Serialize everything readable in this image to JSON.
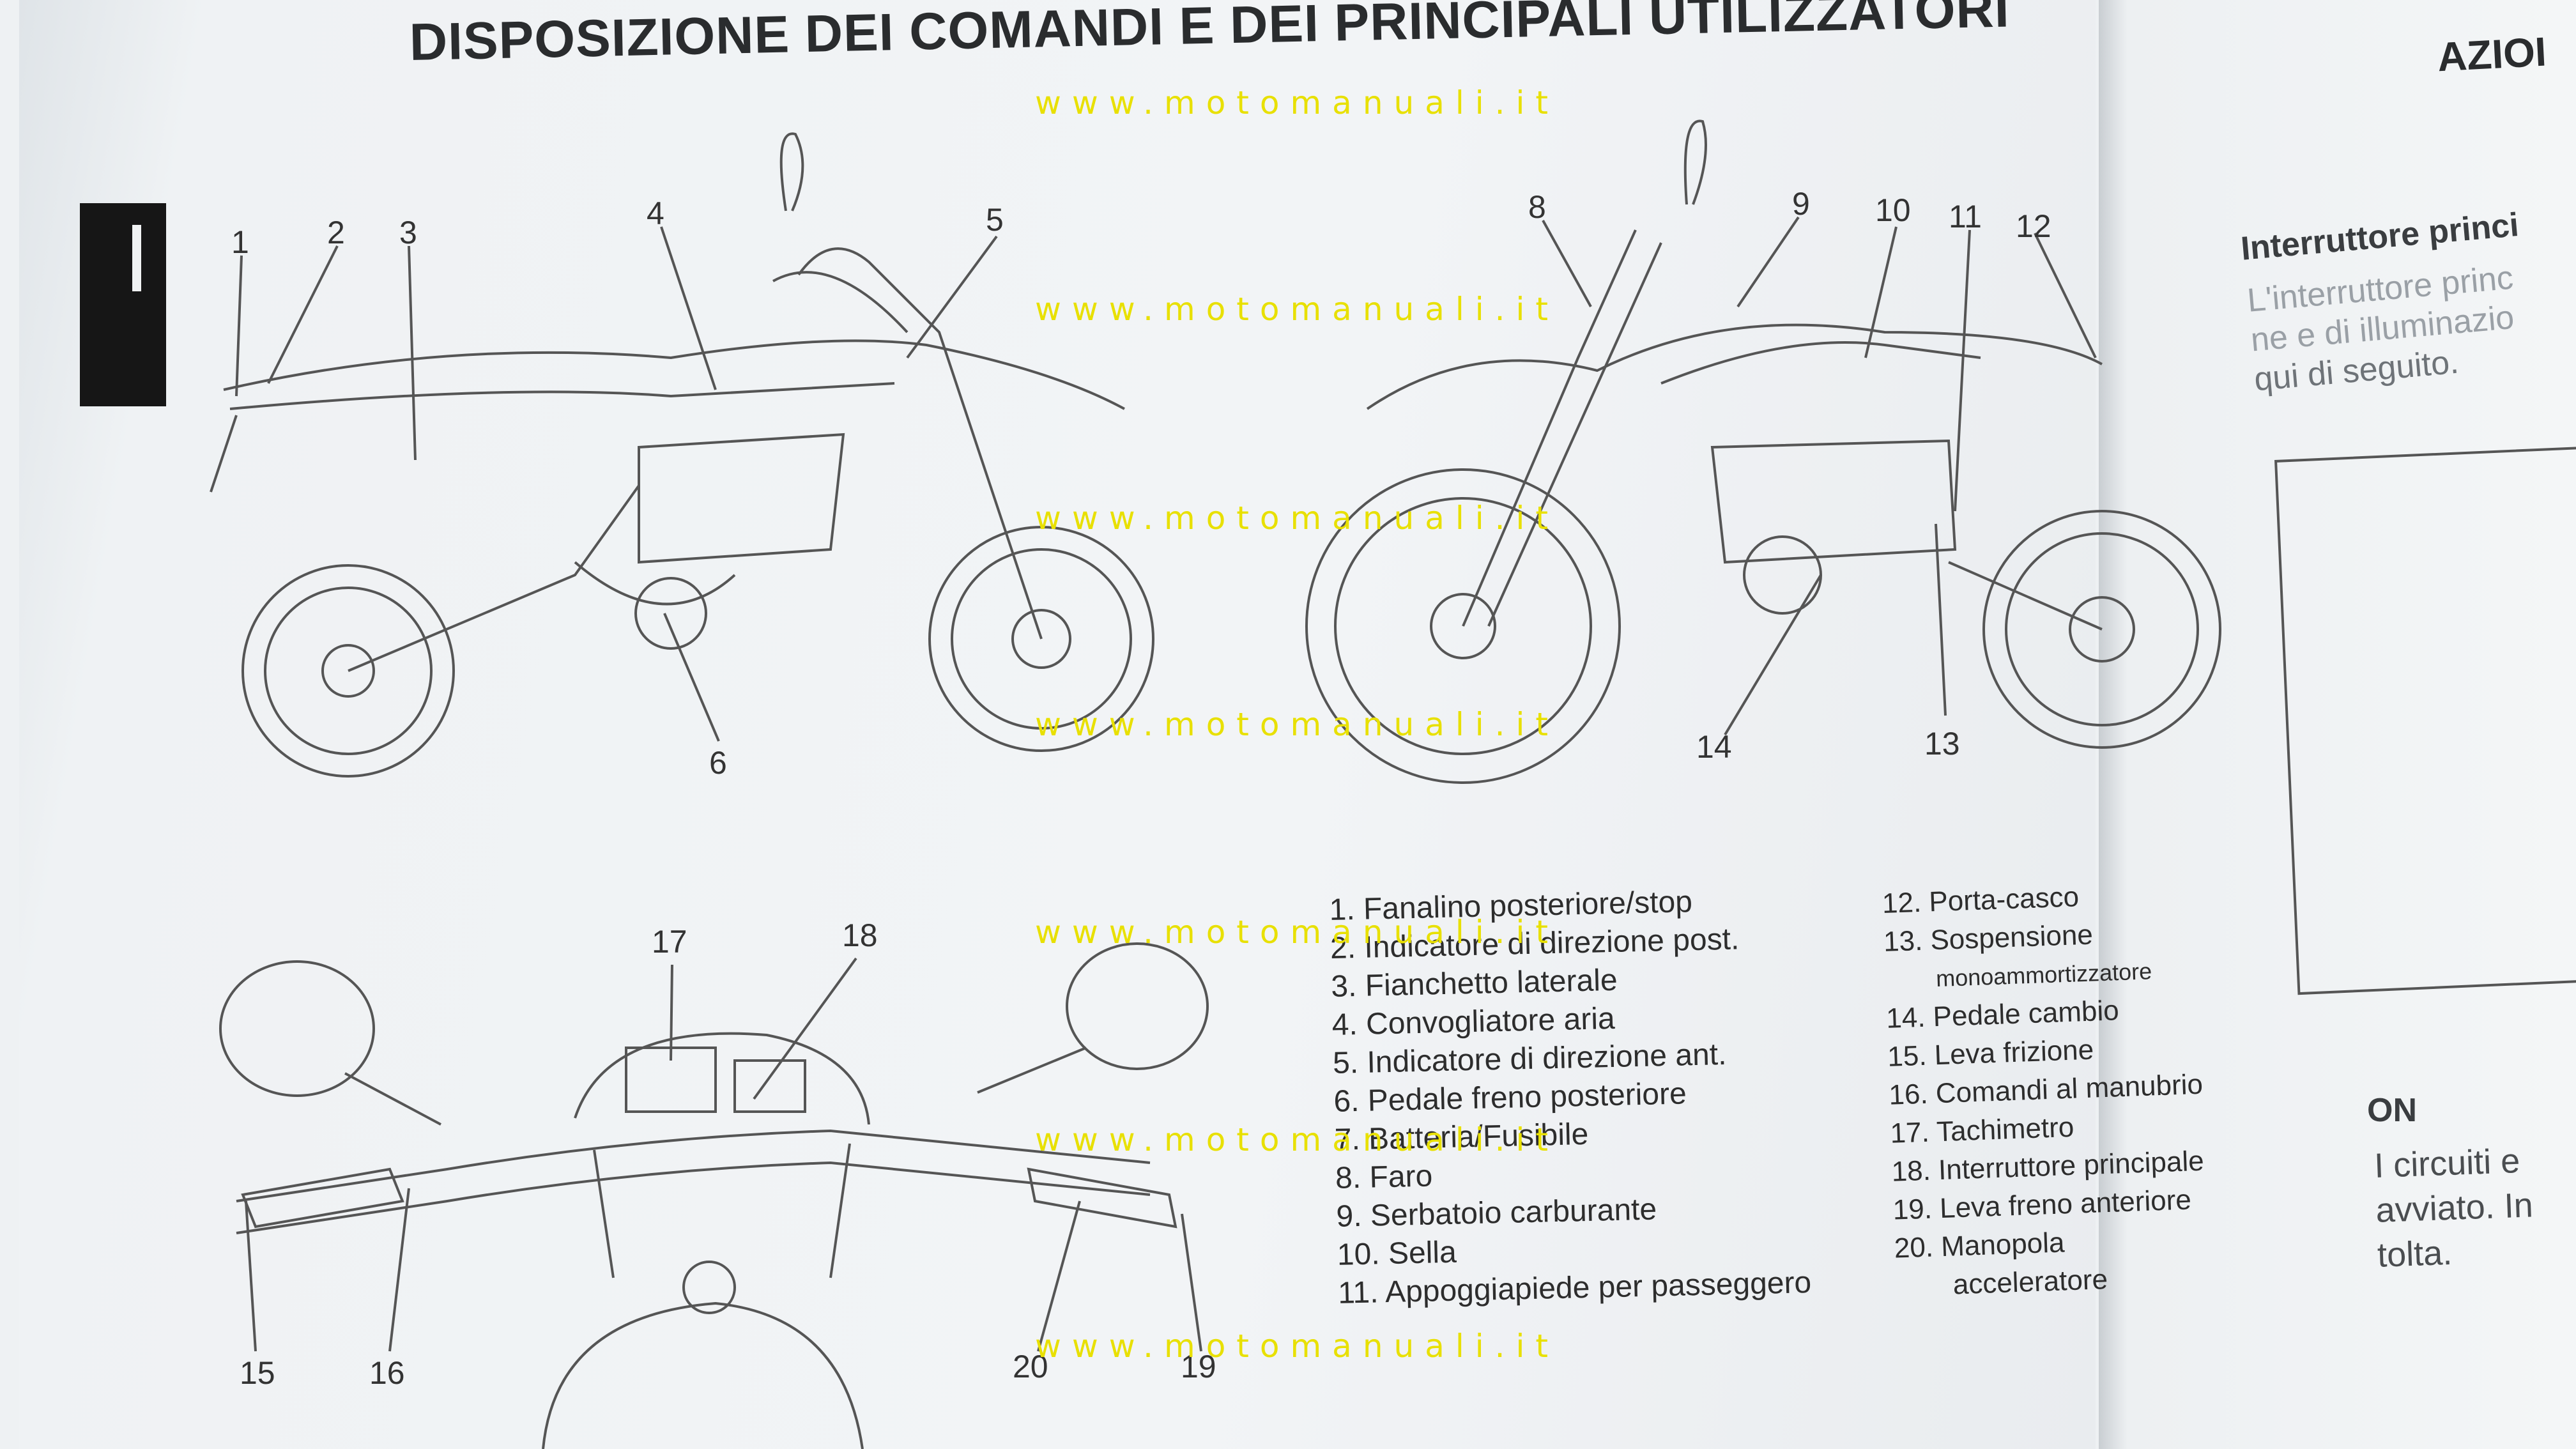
{
  "page": {
    "title": "DISPOSIZIONE DEI COMANDI E DEI PRINCIPALI UTILIZZATORI",
    "section_tab": "I"
  },
  "watermark": "www.motomanuali.it",
  "callouts": {
    "left_bike": [
      "1",
      "2",
      "3",
      "4",
      "5",
      "6"
    ],
    "right_bike": [
      "8",
      "9",
      "10",
      "11",
      "12",
      "14",
      "13"
    ],
    "handlebar": [
      "17",
      "18",
      "15",
      "16",
      "20",
      "19"
    ]
  },
  "legend": {
    "col1": [
      "1. Fanalino posteriore/stop",
      "2. Indicatore di direzione post.",
      "3. Fianchetto laterale",
      "4. Convogliatore aria",
      "5. Indicatore di direzione ant.",
      "6. Pedale freno posteriore",
      "7. Batteria/Fusibile",
      "8. Faro",
      "9. Serbatoio carburante",
      "10. Sella",
      "11. Appoggiapiede per passeggero"
    ],
    "col2": [
      "12. Porta-casco",
      "13. Sospensione",
      "monoammortizzatore",
      "14. Pedale cambio",
      "15. Leva frizione",
      "16. Comandi al manubrio",
      "17. Tachimetro",
      "18. Interruttore principale",
      "19. Leva freno anteriore",
      "20. Manopola",
      "acceleratore"
    ]
  },
  "right_page": {
    "heading": "AZIOI",
    "subheading": "Interruttore princi",
    "para_lines": [
      "L'interruttore princ",
      "ne e di illuminazio",
      "qui di seguito."
    ],
    "on_label": "ON",
    "on_lines": [
      "I circuiti e",
      "avviato. In",
      "tolta."
    ]
  }
}
